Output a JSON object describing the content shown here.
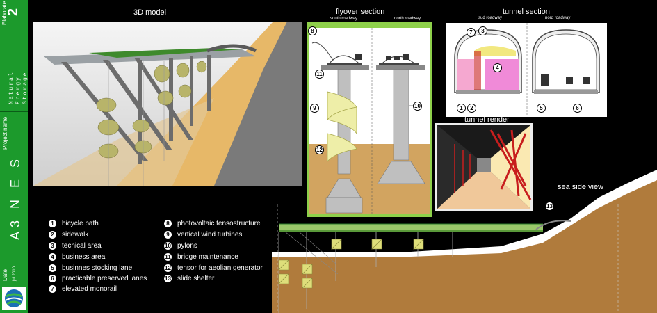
{
  "sidebar": {
    "elaborate_label": "Elaborate",
    "elaborate_number": "2",
    "natural_energy_storage": [
      "Natural",
      "Energy",
      "Storage"
    ],
    "project_name_label": "Project name",
    "project_name_value": "A3 N E S",
    "date_label": "Date",
    "date_value": "jul 2010"
  },
  "panels": {
    "model_3d": {
      "title": "3D model"
    },
    "flyover": {
      "title": "flyover section",
      "left_label": "south roadway",
      "right_label": "north roadway"
    },
    "tunnel": {
      "title": "tunnel section",
      "left_label": "sud roadway",
      "right_label": "nord roadway"
    },
    "tunnel_render": {
      "title": "tunnel render"
    },
    "sea_side": {
      "title": "sea side view"
    }
  },
  "callouts": {
    "flyover": [
      "8",
      "11",
      "9",
      "10",
      "12"
    ],
    "tunnel": [
      "7",
      "3",
      "4",
      "1",
      "2",
      "5",
      "6"
    ],
    "sea": [
      "13"
    ]
  },
  "legend": {
    "col1": [
      {
        "n": "1",
        "label": "bicycle path"
      },
      {
        "n": "2",
        "label": "sidewalk"
      },
      {
        "n": "3",
        "label": "tecnical area"
      },
      {
        "n": "4",
        "label": "business area"
      },
      {
        "n": "5",
        "label": "businnes stocking lane"
      },
      {
        "n": "6",
        "label": "practicable preserved lanes"
      },
      {
        "n": "7",
        "label": "elevated monorail"
      }
    ],
    "col2": [
      {
        "n": "8",
        "label": "photovoltaic tensostructure"
      },
      {
        "n": "9",
        "label": "vertical wind turbines"
      },
      {
        "n": "10",
        "label": "pylons"
      },
      {
        "n": "11",
        "label": "bridge maintenance"
      },
      {
        "n": "12",
        "label": "tensor for aeolian generator"
      },
      {
        "n": "13",
        "label": "slide shelter"
      }
    ]
  },
  "colors": {
    "sidebar_green": "#1c9a2c",
    "panel_green": "#8ed04a",
    "terrain_brown": "#b07b3c",
    "turbine_yellow": "#d8d884",
    "business_pink": "#f08ad8",
    "technical_yellow": "#f2e880",
    "support_red": "#c81e1e"
  }
}
